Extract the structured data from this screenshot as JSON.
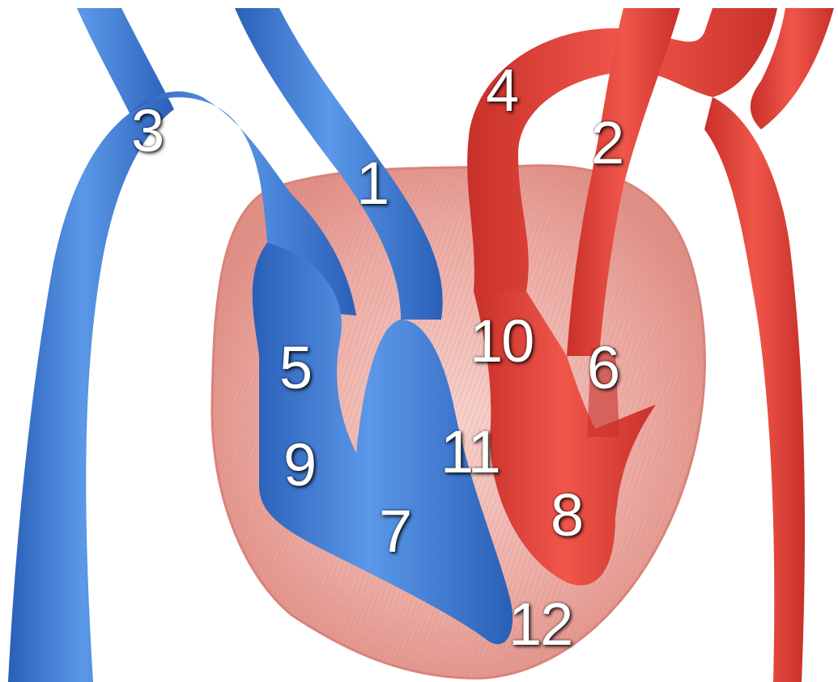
{
  "diagram": {
    "labels": [
      {
        "id": "1",
        "text": "1"
      },
      {
        "id": "2",
        "text": "2"
      },
      {
        "id": "3",
        "text": "3"
      },
      {
        "id": "4",
        "text": "4"
      },
      {
        "id": "5",
        "text": "5"
      },
      {
        "id": "6",
        "text": "6"
      },
      {
        "id": "7",
        "text": "7"
      },
      {
        "id": "8",
        "text": "8"
      },
      {
        "id": "9",
        "text": "9"
      },
      {
        "id": "10",
        "text": "10"
      },
      {
        "id": "11",
        "text": "11"
      },
      {
        "id": "12",
        "text": "12"
      }
    ],
    "colors": {
      "deoxygenated": "#3a78d6",
      "oxygenated": "#e2443a",
      "muscle": "#e8a19a",
      "background": "#ffffff"
    }
  }
}
